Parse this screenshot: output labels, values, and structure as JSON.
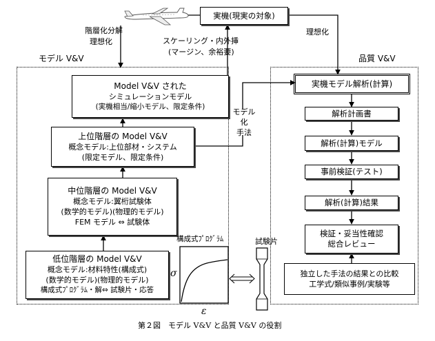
{
  "top": {
    "real_machine": "実機(現実の対象)",
    "idealize_left_1": "階層化分解",
    "idealize_left_2": "理想化",
    "idealize_right": "理想化",
    "scaling_1": "スケーリング・内外挿",
    "scaling_2": "(マージン、余裕要)"
  },
  "model_vv": {
    "region_title": "モデル V&V",
    "sim_model": [
      "Model V&V された",
      "シミュレーションモデル",
      "(実機相当/縮小モデル、限定条件)"
    ],
    "upper": [
      "上位階層の Model V&V",
      "概念モデル:上位部材・システム",
      "(限定モデル、限定条件)"
    ],
    "middle": [
      "中位階層の Model V&V",
      "概念モデル:翼桁試験体",
      "(数学的モデル)(物理的モデル)",
      "FEM モデル ⇔ 試験体"
    ],
    "lower": [
      "低位階層の Model V&V",
      "概念モデル:材料特性(構成式)",
      "(数学的モデル)(物理的モデル)",
      "構成式ﾌﾟﾛｸﾞﾗﾑ・解⇔ 試験片・応答"
    ]
  },
  "modeling_method": [
    "モデル化",
    "手法"
  ],
  "constitutive": {
    "label": "構成式ﾌﾟﾛｸﾞﾗﾑ",
    "sigma": "σ",
    "epsilon": "ε"
  },
  "specimen_label": "試験片",
  "quality_vv": {
    "region_title": "品質 V&V",
    "analysis": "実機モデル解析(計算)",
    "steps": [
      "解析計画書",
      "解析(計算)モデル",
      "事前検証(テスト)",
      "解析(計算)結果"
    ],
    "review": [
      "検証・妥当性確認",
      "総合レビュー"
    ],
    "compare": [
      "独立した手法の結果との比較",
      "工学式/類似事例/実験等"
    ]
  },
  "caption": "第２図　モデル V&V と品質 V&V の役割"
}
